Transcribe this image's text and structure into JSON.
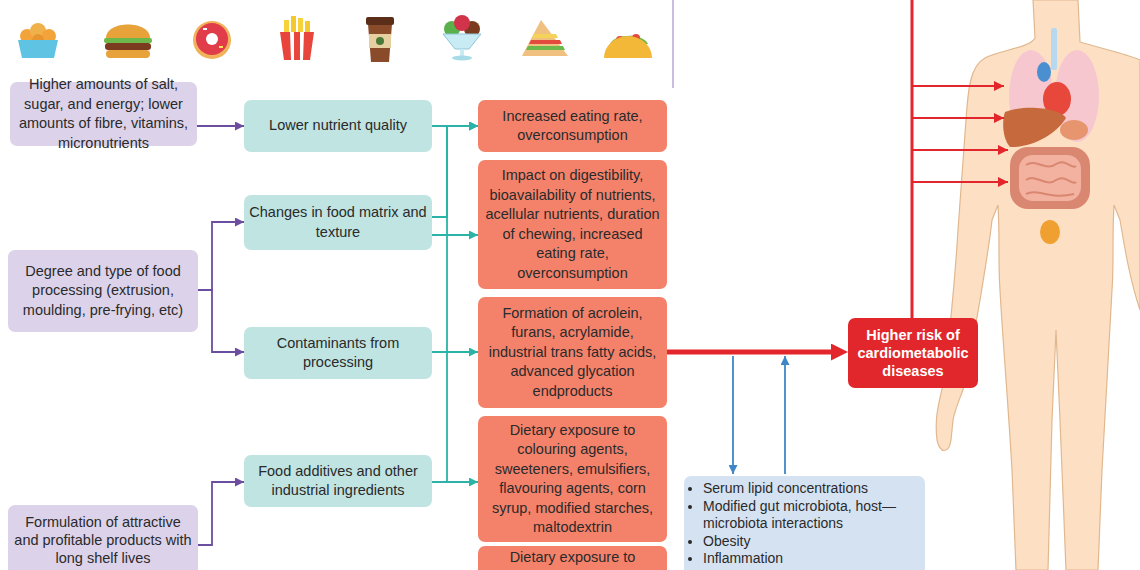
{
  "diagram": {
    "nodes": [
      {
        "text": [
          "Higher amounts of salt, sugar, and energy; lower amounts of fibre, vitamins, micronutrients"
        ]
      },
      {
        "text": [
          "Degree and type of food processing (extrusion, moulding, pre-frying, etc)"
        ]
      },
      {
        "text": [
          "Formulation of attractive and profitable products with long shelf lives"
        ]
      },
      {
        "text": [
          "Lower nutrient quality"
        ]
      },
      {
        "text": [
          "Changes in food matrix and texture"
        ]
      },
      {
        "text": [
          "Contaminants from processing"
        ]
      },
      {
        "text": [
          "Food additives and other industrial ingredients"
        ]
      },
      {
        "text": [
          "Increased eating rate, overconsumption"
        ]
      },
      {
        "text": [
          "Impact on digestibility, bioavailability of nutrients, acellular nutrients, duration of chewing, increased eating rate, overconsumption"
        ]
      },
      {
        "text": [
          "Formation of acrolein, furans, acrylamide, industrial trans fatty acids, advanced glycation endproducts"
        ]
      },
      {
        "text": [
          "Dietary exposure to colouring agents, sweeteners, emulsifiers, flavouring agents, corn syrup, modified starches, maltodextrin"
        ]
      },
      {
        "text": [
          "Dietary exposure to"
        ]
      },
      {
        "text": [
          "Higher risk of cardiometabolic diseases"
        ]
      },
      {
        "text": [
          "Serum lipid concentrations",
          "Modified gut microbiota, host—microbiota interactions",
          "Obesity",
          "Inflammation"
        ]
      }
    ],
    "edges": [
      {
        "from": 0,
        "to": 3,
        "arrow": "to"
      },
      {
        "from": 1,
        "to": 4,
        "arrow": "to"
      },
      {
        "from": 1,
        "to": 5,
        "arrow": "to"
      },
      {
        "from": 2,
        "to": 6,
        "arrow": "to"
      },
      {
        "from": 3,
        "to": 7,
        "arrow": "to"
      },
      {
        "from": 4,
        "to": 7,
        "arrow": "to"
      },
      {
        "from": 4,
        "to": 8,
        "arrow": "to"
      },
      {
        "from": 5,
        "to": 9,
        "arrow": "to"
      },
      {
        "from": 6,
        "to": 7,
        "arrow": "to"
      },
      {
        "from": 6,
        "to": 10,
        "arrow": "to"
      },
      {
        "from": 9,
        "to": 12,
        "arrow": "to"
      }
    ]
  }
}
